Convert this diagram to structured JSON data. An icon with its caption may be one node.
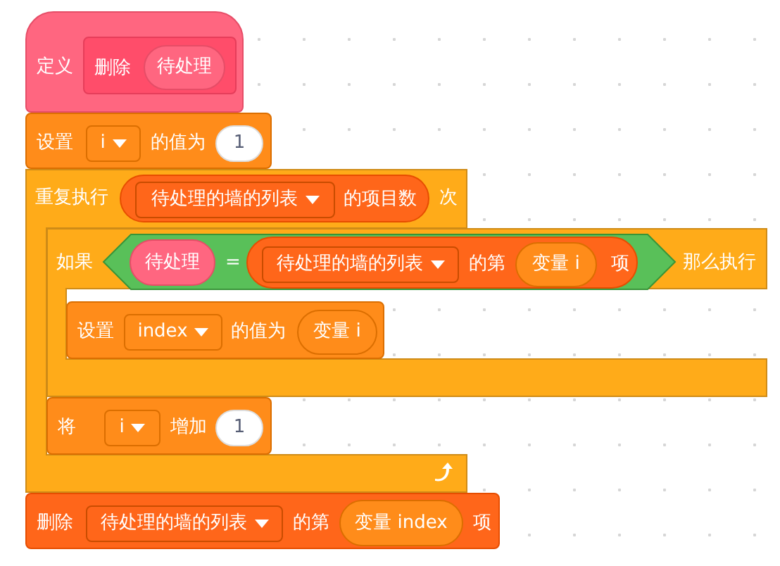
{
  "diagram": {
    "nodes": [
      {
        "text": [
          "定义"
        ]
      },
      {
        "text": [
          "删除"
        ],
        "in": 0
      },
      {
        "text": [
          "待处理"
        ],
        "in": 1
      },
      {
        "text": [
          "设置",
          "的值为"
        ]
      },
      {
        "text": [
          "i"
        ],
        "in": 3
      },
      {
        "text": [
          "1"
        ],
        "in": 3
      },
      {
        "text": [
          "重复执行",
          "次"
        ]
      },
      {
        "text": [
          "的项目数"
        ],
        "in": 6
      },
      {
        "text": [
          "待处理的墙的列表"
        ],
        "in": 7
      },
      {
        "text": [
          "如果",
          "那么执行"
        ]
      },
      {
        "text": [
          "="
        ],
        "in": 9
      },
      {
        "text": [
          "待处理"
        ],
        "in": 10
      },
      {
        "text": [
          "的第",
          "项"
        ],
        "in": 10
      },
      {
        "text": [
          "待处理的墙的列表"
        ],
        "in": 12
      },
      {
        "text": [
          "变量 i"
        ],
        "in": 12
      },
      {
        "text": [
          "设置",
          "的值为"
        ],
        "in": 9
      },
      {
        "text": [
          "index"
        ],
        "in": 15
      },
      {
        "text": [
          "变量 i"
        ],
        "in": 15
      },
      {
        "text": [
          "将",
          "增加"
        ],
        "in": 6
      },
      {
        "text": [
          "i"
        ],
        "in": 18
      },
      {
        "text": [
          "1"
        ],
        "in": 18
      },
      {
        "text": [
          "删除",
          "的第",
          "项"
        ]
      },
      {
        "text": [
          "待处理的墙的列表"
        ],
        "in": 21
      },
      {
        "text": [
          "变量 index"
        ],
        "in": 21
      }
    ]
  }
}
